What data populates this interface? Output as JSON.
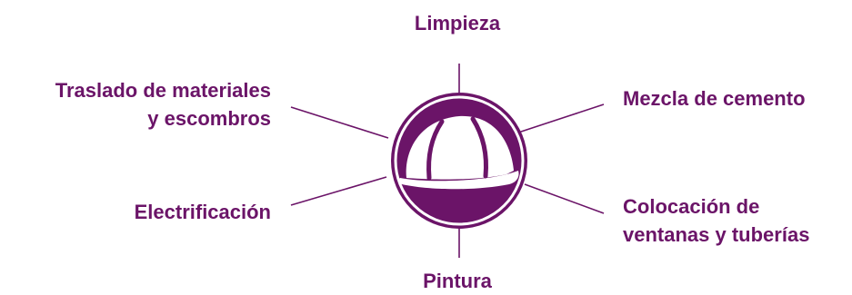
{
  "colors": {
    "accent": "#6b1468",
    "background": "#ffffff"
  },
  "center": {
    "icon": "hard-hat-icon"
  },
  "tasks": {
    "top": [
      "Limpieza"
    ],
    "right_top": [
      "Mezcla de cemento"
    ],
    "right_bottom": [
      "Colocación de",
      "ventanas y tuberías"
    ],
    "bottom": [
      "Pintura"
    ],
    "left_bottom": [
      "Electrificación"
    ],
    "left_top": [
      "Traslado de materiales",
      "y escombros"
    ]
  }
}
